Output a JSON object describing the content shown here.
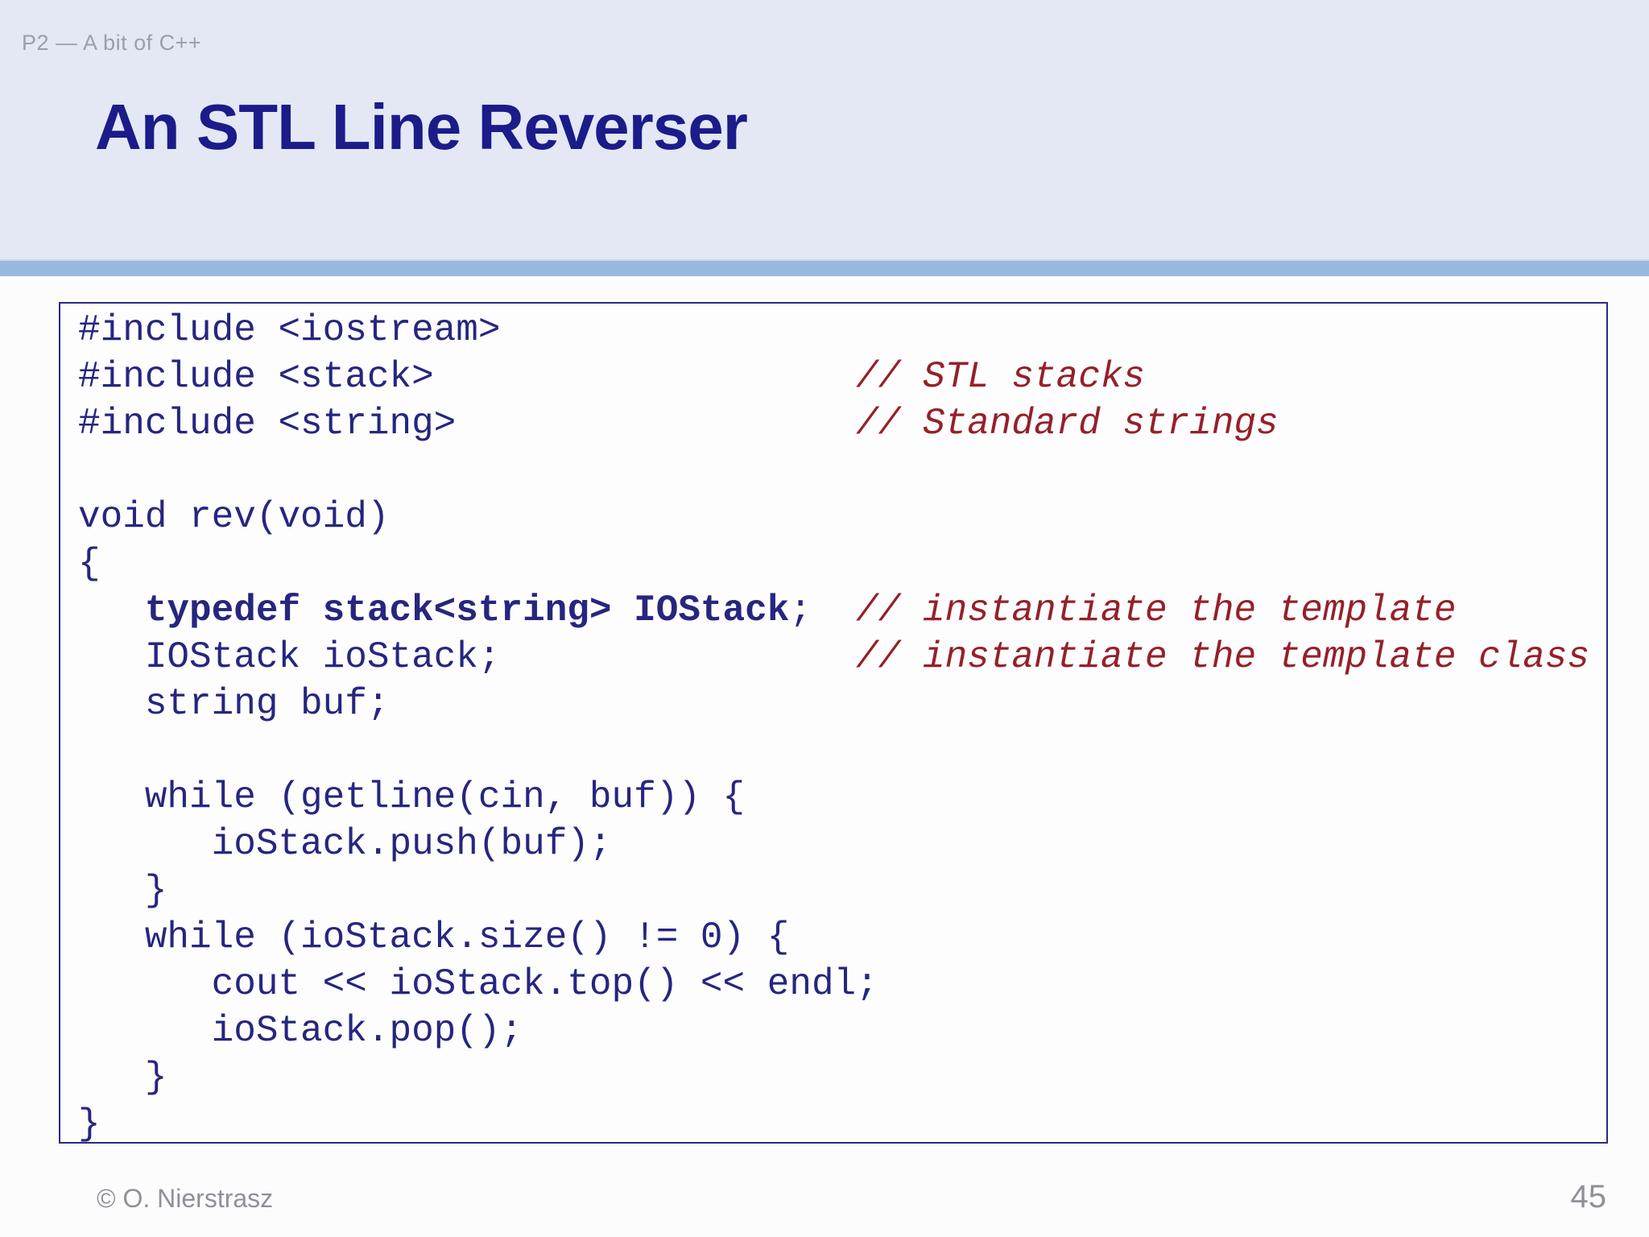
{
  "slide": {
    "kicker": "P2 — A bit of C++",
    "title": "An STL Line Reverser",
    "footer": {
      "copyright": "© O. Nierstrasz",
      "page_number": "45"
    }
  },
  "colors": {
    "header_bg": "#e3e8f4",
    "divider_bar": "#98b9de",
    "divider_edge": "#c8d6ea",
    "body_bg": "#fcfcfd",
    "box_bg": "#fdfdfe",
    "box_border": "#2b2b80",
    "title_navy": "#1b1b8a",
    "code_navy": "#26267f",
    "comment_red": "#95202a",
    "muted_gray": "#9aa0ab",
    "footer_gray": "#8f9097"
  },
  "code": {
    "lines": [
      [
        {
          "t": "#include <iostream>",
          "s": "code"
        }
      ],
      [
        {
          "t": "#include <stack>                   ",
          "s": "code"
        },
        {
          "t": "// STL stacks",
          "s": "comment"
        }
      ],
      [
        {
          "t": "#include <string>                  ",
          "s": "code"
        },
        {
          "t": "// Standard strings",
          "s": "comment"
        }
      ],
      [],
      [
        {
          "t": "void rev(void)",
          "s": "code"
        }
      ],
      [
        {
          "t": "{",
          "s": "code"
        }
      ],
      [
        {
          "t": "   typedef stack<string> IOStack",
          "s": "bold"
        },
        {
          "t": ";  ",
          "s": "code"
        },
        {
          "t": "// instantiate the template",
          "s": "comment"
        }
      ],
      [
        {
          "t": "   IOStack ioStack;                ",
          "s": "code"
        },
        {
          "t": "// instantiate the template class",
          "s": "comment"
        }
      ],
      [
        {
          "t": "   string buf;",
          "s": "code"
        }
      ],
      [],
      [
        {
          "t": "   while (getline(cin, buf)) {",
          "s": "code"
        }
      ],
      [
        {
          "t": "      ioStack.push(buf);",
          "s": "code"
        }
      ],
      [
        {
          "t": "   }",
          "s": "code"
        }
      ],
      [
        {
          "t": "   while (ioStack.size() != 0) {",
          "s": "code"
        }
      ],
      [
        {
          "t": "      cout << ioStack.top() << endl;",
          "s": "code"
        }
      ],
      [
        {
          "t": "      ioStack.pop();",
          "s": "code"
        }
      ],
      [
        {
          "t": "   }",
          "s": "code"
        }
      ],
      [
        {
          "t": "}",
          "s": "code"
        }
      ]
    ]
  }
}
